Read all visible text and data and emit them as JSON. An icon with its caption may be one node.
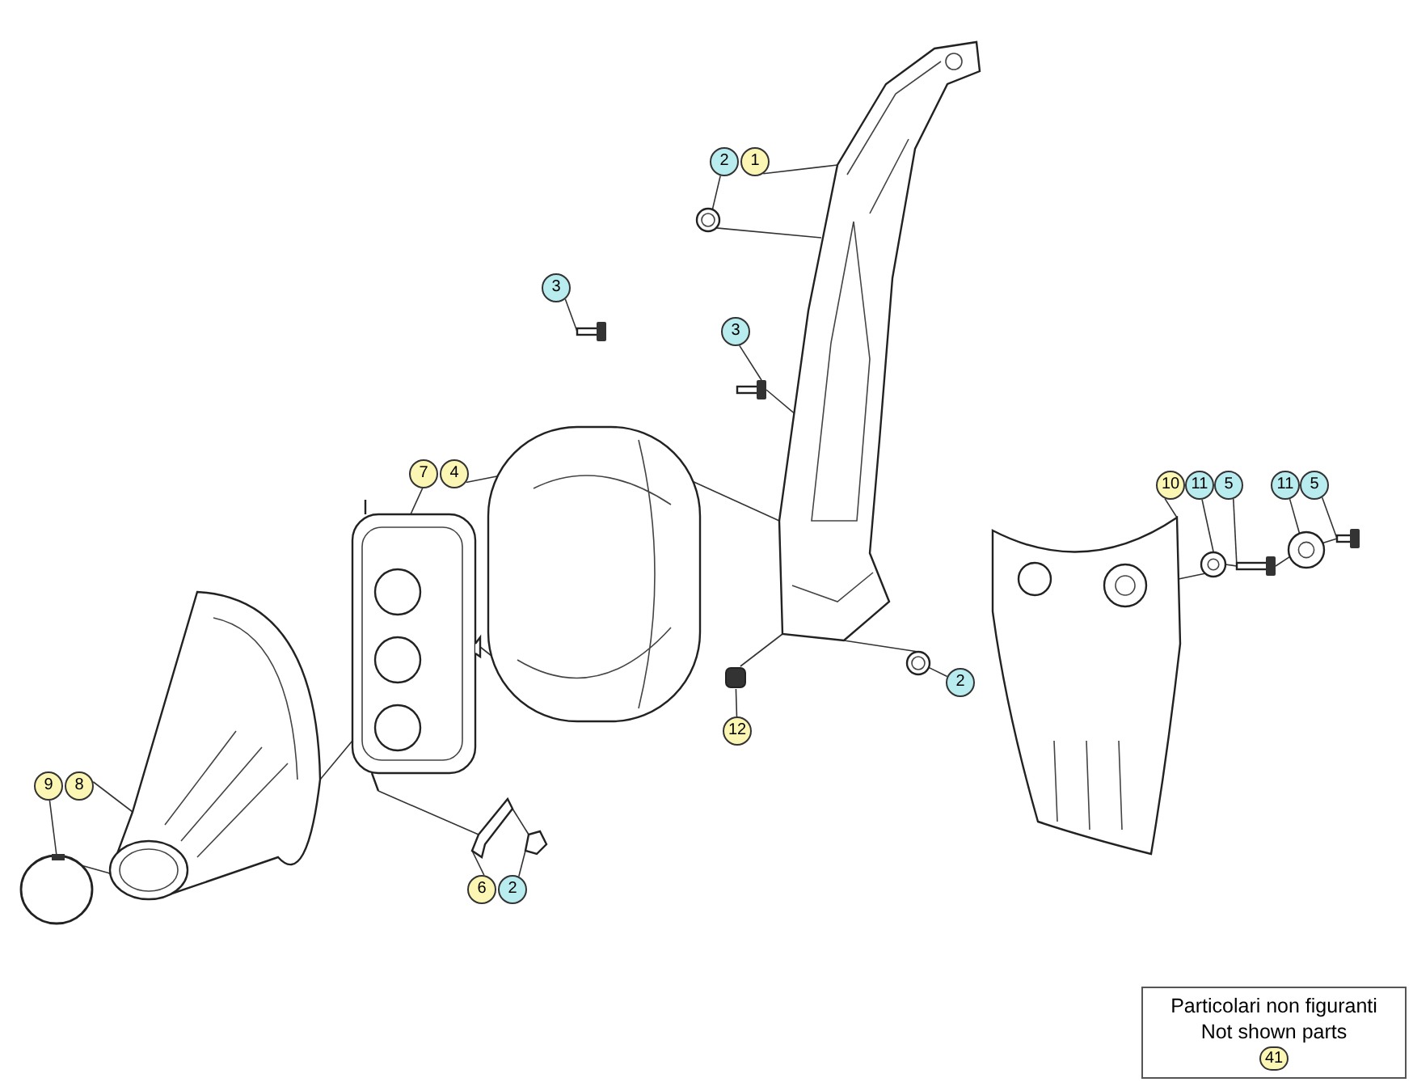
{
  "diagram": {
    "nodes": [
      {
        "text": [],
        "shape": "picture"
      },
      {
        "text": [
          "2"
        ]
      },
      {
        "text": [
          "1"
        ]
      },
      {
        "text": [],
        "shape": "picture"
      },
      {
        "text": [
          "3"
        ]
      },
      {
        "text": [],
        "shape": "picture"
      },
      {
        "text": [
          "3"
        ]
      },
      {
        "text": [],
        "shape": "picture"
      },
      {
        "text": [
          "7"
        ]
      },
      {
        "text": [
          "4"
        ]
      },
      {
        "text": [],
        "shape": "picture"
      },
      {
        "text": [],
        "shape": "picture"
      },
      {
        "text": [
          "9"
        ]
      },
      {
        "text": [
          "8"
        ]
      },
      {
        "text": [],
        "shape": "circle"
      },
      {
        "text": [],
        "shape": "picture"
      },
      {
        "text": [],
        "shape": "picture"
      },
      {
        "text": [],
        "shape": "picture"
      },
      {
        "text": [
          "6"
        ]
      },
      {
        "text": [
          "2"
        ]
      },
      {
        "text": [],
        "shape": "box"
      },
      {
        "text": [
          "12"
        ]
      },
      {
        "text": [],
        "shape": "picture"
      },
      {
        "text": [
          "2"
        ]
      },
      {
        "text": [
          "10"
        ]
      },
      {
        "text": [
          "11"
        ]
      },
      {
        "text": [
          "5"
        ]
      },
      {
        "text": [
          "11"
        ]
      },
      {
        "text": [
          "5"
        ]
      },
      {
        "text": [],
        "shape": "picture"
      },
      {
        "text": [],
        "shape": "picture"
      },
      {
        "text": [],
        "shape": "picture"
      },
      {
        "text": [],
        "shape": "picture"
      },
      {
        "text": [],
        "shape": "picture"
      },
      {
        "text": [
          "Particolari non figuranti",
          "Not shown parts"
        ]
      },
      {
        "text": [
          "41"
        ],
        "in": 34
      }
    ],
    "edges": [
      {
        "from": 1,
        "to": 3,
        "arrow": "none"
      },
      {
        "from": 2,
        "to": 0,
        "arrow": "none"
      },
      {
        "from": 4,
        "to": 5,
        "arrow": "none"
      },
      {
        "from": 6,
        "to": 7,
        "arrow": "none"
      },
      {
        "from": 8,
        "to": 10,
        "arrow": "none"
      },
      {
        "from": 9,
        "to": 11,
        "arrow": "none"
      },
      {
        "from": 12,
        "to": 14,
        "arrow": "none"
      },
      {
        "from": 13,
        "to": 15,
        "arrow": "none"
      },
      {
        "from": 18,
        "to": 16,
        "arrow": "none"
      },
      {
        "from": 19,
        "to": 17,
        "arrow": "none"
      },
      {
        "from": 21,
        "to": 20,
        "arrow": "none"
      },
      {
        "from": 23,
        "to": 22,
        "arrow": "none"
      },
      {
        "from": 24,
        "to": 29,
        "arrow": "none"
      },
      {
        "from": 25,
        "to": 30,
        "arrow": "none"
      },
      {
        "from": 26,
        "to": 31,
        "arrow": "none"
      },
      {
        "from": 27,
        "to": 32,
        "arrow": "none"
      },
      {
        "from": 28,
        "to": 33,
        "arrow": "none"
      },
      {
        "from": 14,
        "to": 15,
        "arrow": "none"
      },
      {
        "from": 15,
        "to": 10,
        "arrow": "none"
      },
      {
        "from": 10,
        "to": 11,
        "arrow": "none"
      },
      {
        "from": 11,
        "to": 0,
        "arrow": "none"
      },
      {
        "from": 20,
        "to": 0,
        "arrow": "none"
      },
      {
        "from": 22,
        "to": 0,
        "arrow": "none"
      },
      {
        "from": 31,
        "to": 30,
        "arrow": "none"
      },
      {
        "from": 30,
        "to": 29,
        "arrow": "none"
      },
      {
        "from": 33,
        "to": 32,
        "arrow": "none"
      },
      {
        "from": 32,
        "to": 31,
        "arrow": "none"
      },
      {
        "from": 10,
        "to": 16,
        "arrow": "none"
      },
      {
        "from": 16,
        "to": 17,
        "arrow": "none"
      },
      {
        "from": 7,
        "to": 0,
        "arrow": "none"
      },
      {
        "from": 3,
        "to": 0,
        "arrow": "none"
      }
    ]
  }
}
